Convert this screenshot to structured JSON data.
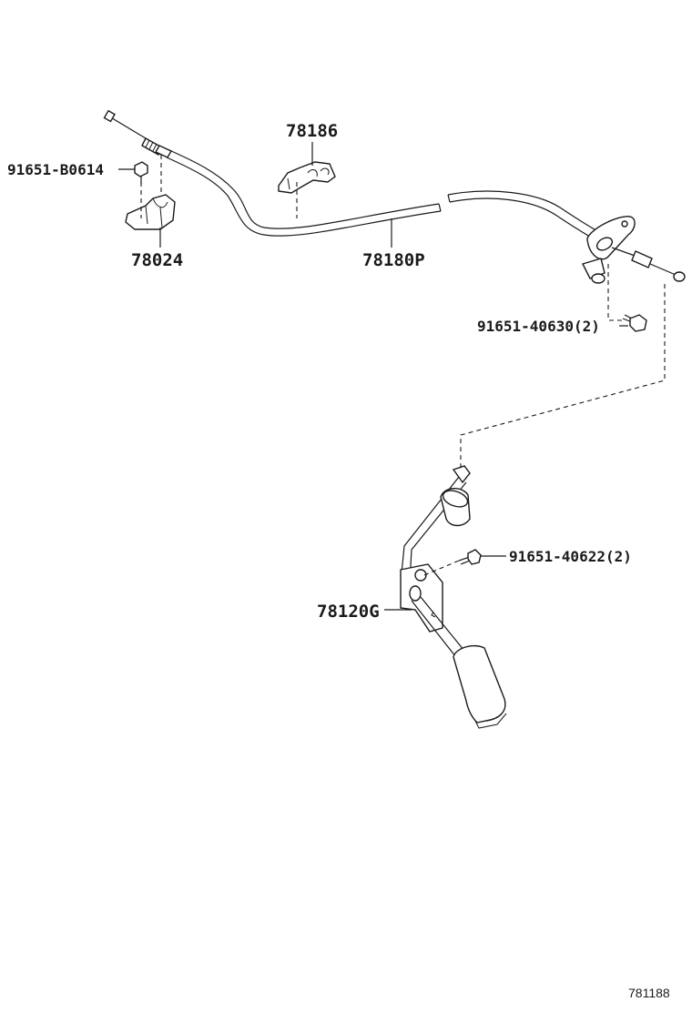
{
  "diagram": {
    "callouts": {
      "bolt_b0614": "91651-B0614",
      "clamp_78024": "78024",
      "clamp_78186": "78186",
      "cable_78180p": "78180P",
      "bolt_40630": "91651-40630(2)",
      "bolt_40622": "91651-40622(2)",
      "pedal_78120g": "78120G"
    },
    "reference_number": "781188"
  }
}
